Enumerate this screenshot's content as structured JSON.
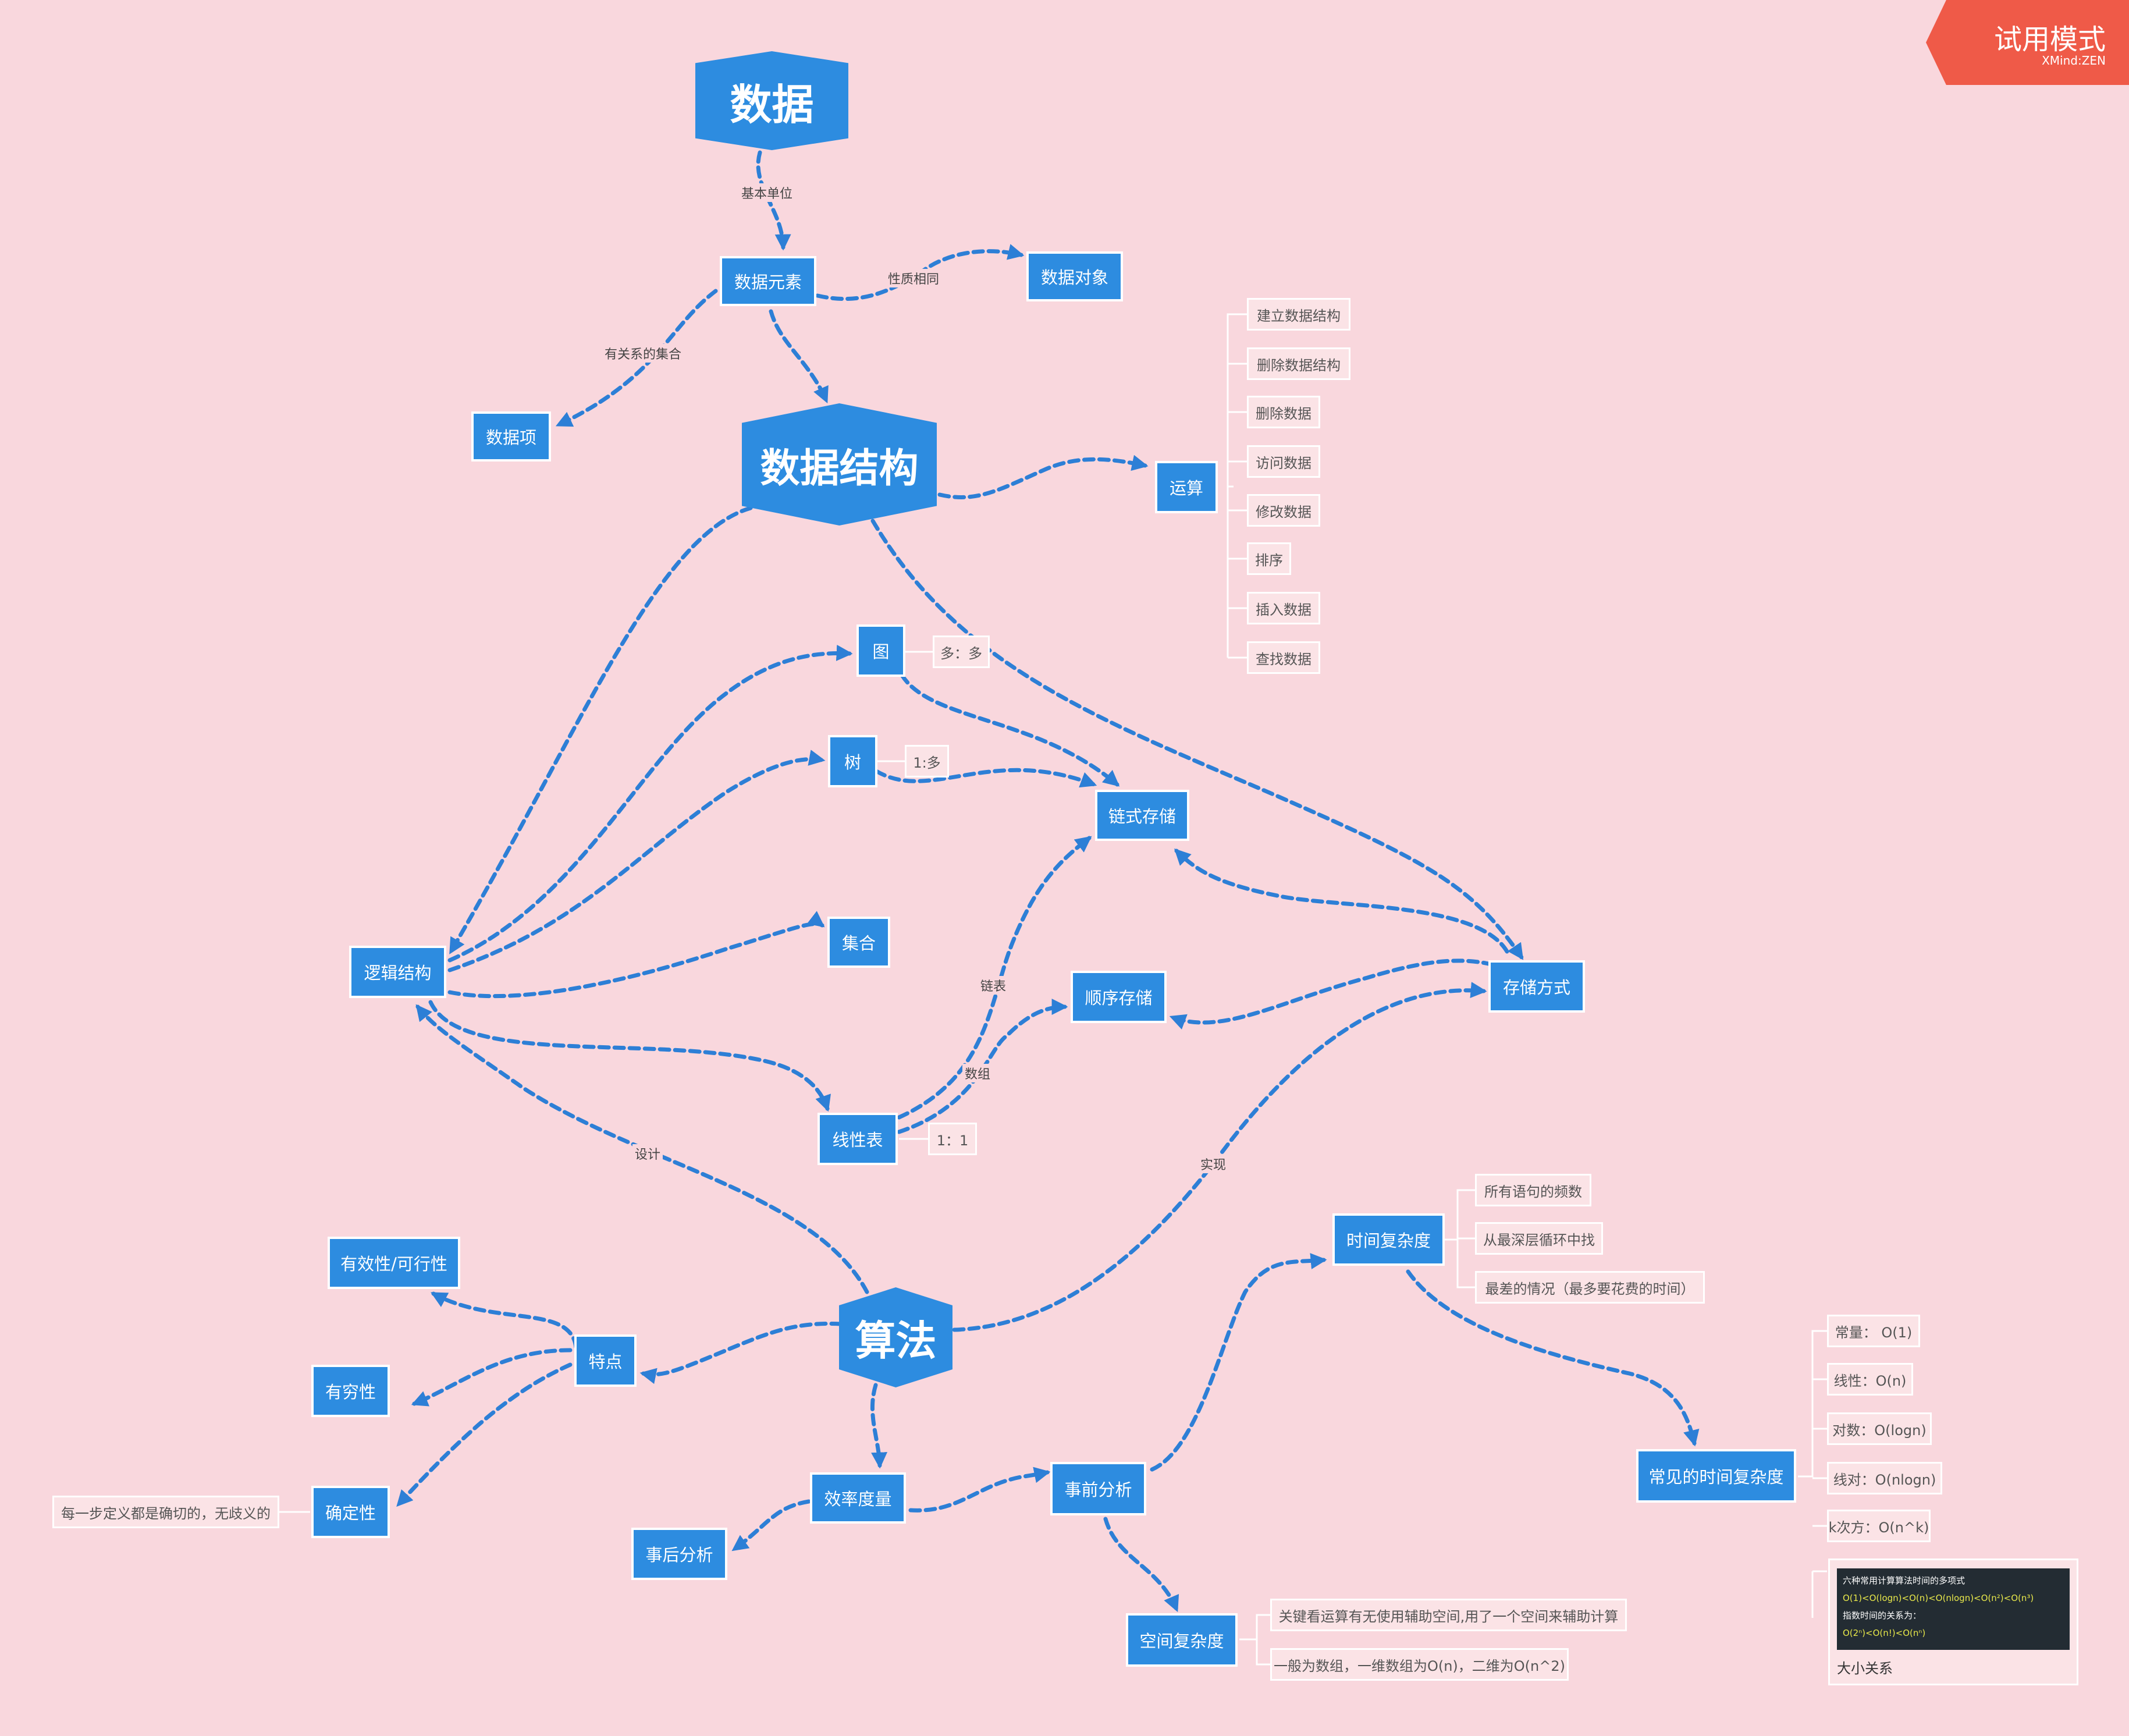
{
  "colors": {
    "background": "#f9d7dd",
    "node": "#2d8ce0",
    "edge": "#2d7fd6",
    "trial": "#ef5a48"
  },
  "trial_badge": {
    "title": "试用模式",
    "brand": "XMind:ZEN"
  },
  "nodes": {
    "data": "数据",
    "element": "数据元素",
    "item": "数据项",
    "object": "数据对象",
    "ds": "数据结构",
    "ops": "运算",
    "graph": "图",
    "tree": "树",
    "set": "集合",
    "logic": "逻辑结构",
    "linked": "链式存储",
    "seq": "顺序存储",
    "storage": "存储方式",
    "linear": "线性表",
    "algo": "算法",
    "feature": "特点",
    "valid": "有效性/可行性",
    "finite": "有穷性",
    "definite": "确定性",
    "measure": "效率度量",
    "post": "事后分析",
    "pre": "事前分析",
    "time": "时间复杂度",
    "space": "空间复杂度",
    "common": "常见的时间复杂度"
  },
  "leaves": {
    "op1": "建立数据结构",
    "op2": "删除数据结构",
    "op3": "删除数据",
    "op4": "访问数据",
    "op5": "修改数据",
    "op6": "排序",
    "op7": "插入数据",
    "op8": "查找数据",
    "graph_rel": "多：多",
    "tree_rel": "1:多",
    "linear_rel": "1：1",
    "definite_desc": "每一步定义都是确切的，无歧义的",
    "t1": "所有语句的频数",
    "t2": "从最深层循环中找",
    "t3": "最差的情况（最多要花费的时间）",
    "c1": "常量： O(1)",
    "c2": "线性：O(n)",
    "c3": "对数：O(logn)",
    "c4": "线对：O(nlogn)",
    "c5": "k次方：O(n^k)",
    "s1": "关键看运算有无使用辅助空间,用了一个空间来辅助计算",
    "s2": "一般为数组，一维数组为O(n)，二维为O(n^2)"
  },
  "edge_labels": {
    "basic_unit": "基本单位",
    "same_nature": "性质相同",
    "related_set": "有关系的集合",
    "linked_list": "链表",
    "array": "数组",
    "design": "设计",
    "implement": "实现"
  },
  "image_card": {
    "board_line1": "六种常用计算算法时间的多项式",
    "board_line2": "O(1)<O(logn)<O(n)<O(nlogn)<O(n²)<O(n³)",
    "board_line3": "指数时间的关系为：",
    "board_line4": "O(2ⁿ)<O(n!)<O(nⁿ)",
    "caption": "大小关系"
  }
}
